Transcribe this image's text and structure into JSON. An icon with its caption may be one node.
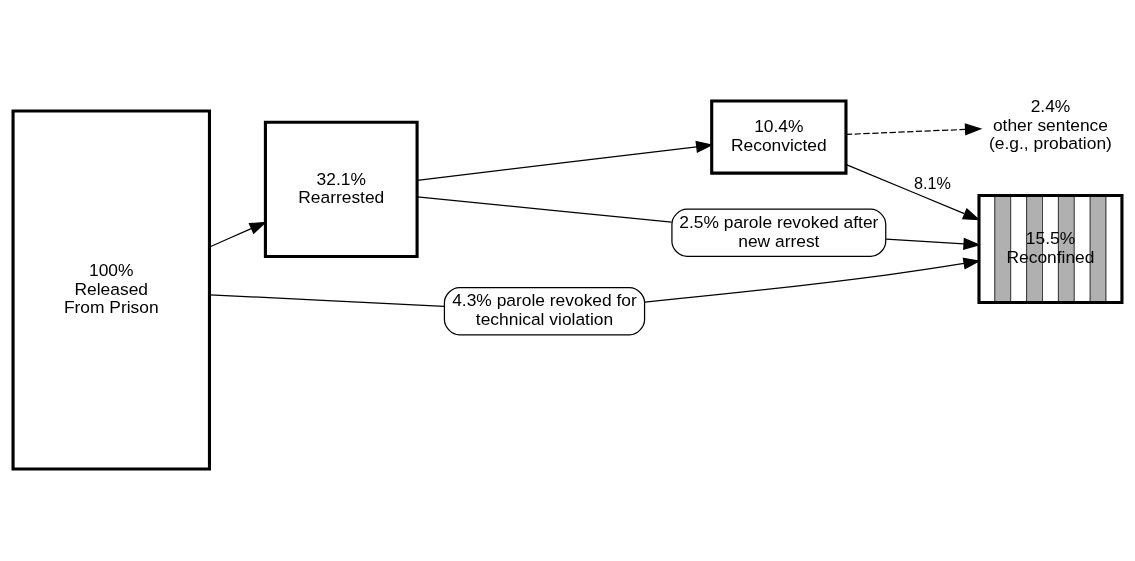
{
  "diagram": {
    "nodes": [
      {
        "text": [
          "100% Released From Prison"
        ]
      },
      {
        "text": [
          "32.1% Rearrested"
        ]
      },
      {
        "text": [
          "10.4% Reconvicted"
        ]
      },
      {
        "text": [
          "15.5% Reconfined"
        ]
      },
      {
        "text": [
          "2.4% other sentence (e.g., probation)"
        ]
      },
      {
        "text": [
          "2.5% parole revoked after new arrest"
        ]
      },
      {
        "text": [
          "4.3% parole revoked for technical violation"
        ]
      }
    ],
    "edges": [
      {
        "from": 0,
        "to": 1,
        "arrow": "to"
      },
      {
        "from": 1,
        "to": 2,
        "arrow": "to"
      },
      {
        "from": 2,
        "to": 3,
        "arrow": "to",
        "label": "8.1%"
      },
      {
        "from": 2,
        "to": 4,
        "arrow": "to",
        "style": "dashed"
      },
      {
        "from": 1,
        "to": 5,
        "arrow": "none"
      },
      {
        "from": 5,
        "to": 3,
        "arrow": "to"
      },
      {
        "from": 0,
        "to": 6,
        "arrow": "none"
      },
      {
        "from": 6,
        "to": 3,
        "arrow": "to"
      }
    ]
  }
}
